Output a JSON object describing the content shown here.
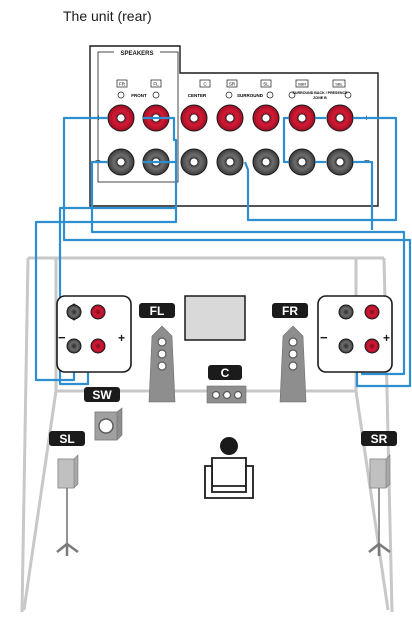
{
  "caption": "The unit (rear)",
  "rear_panel": {
    "section_label": "SPEAKERS",
    "terminal_codes": [
      "FR",
      "FL",
      "C",
      "SR",
      "SL",
      "SBR",
      "SBL"
    ],
    "group_labels": {
      "front": "FRONT",
      "center": "CENTER",
      "surround": "SURROUND",
      "surround_back": "SURROUND BACK / PRESENCE",
      "zone": "ZONE B"
    },
    "polarity": {
      "plus": "+",
      "minus": "−"
    }
  },
  "room": {
    "speakers": {
      "front_left": "FL",
      "front_right": "FR",
      "center": "C",
      "subwoofer": "SW",
      "surround_left": "SL",
      "surround_right": "SR"
    },
    "speaker_terminal_polarity": {
      "plus": "+",
      "minus": "−"
    }
  },
  "colors": {
    "wire": "#2e8fd0",
    "positive_terminal": "#c3122f",
    "negative_terminal": "#555b63",
    "label_bg": "#1b1b1b",
    "speaker_body": "#8e8e8e",
    "room_line": "#c8c8c8",
    "tv": "#d9d9d9"
  }
}
